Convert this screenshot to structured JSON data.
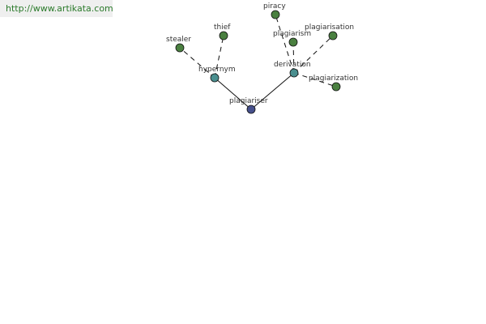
{
  "source": {
    "url": "http://www.artikata.com"
  },
  "colors": {
    "root": "#46508c",
    "relation": "#4a8f8f",
    "term": "#4a8040"
  },
  "nodes": {
    "root": "plagiariser",
    "hypernym": "hypernym",
    "derivation": "derivation",
    "stealer": "stealer",
    "thief": "thief",
    "piracy": "piracy",
    "plagiarism": "plagiarism",
    "plagiarisation": "plagiarisation",
    "plagiarization": "plagiarization"
  }
}
